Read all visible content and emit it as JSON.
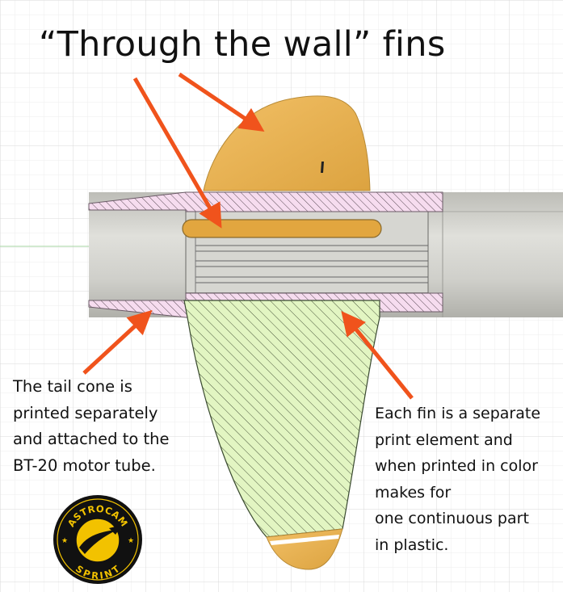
{
  "title": "“Through the wall” fins",
  "tail_note": {
    "lines": [
      "The tail cone is",
      "printed separately",
      "and attached to the",
      "BT-20 motor tube."
    ]
  },
  "fin_note": {
    "lines": [
      "Each fin is a separate",
      "print element and",
      "when printed in color",
      "makes for",
      "one continuous part",
      "in plastic."
    ]
  },
  "logo": {
    "top_text": "ASTROCAM",
    "bottom_text": "SPRINT",
    "icon": "rocket-swoosh-icon"
  },
  "colors": {
    "arrow": "#f0531c",
    "fin": "#e8b04e",
    "fin_section": "#e2f5c2",
    "cone_section": "#f6dcef",
    "tube": "#d3d3cd",
    "logo_bg": "#111111",
    "logo_gold": "#f2c200"
  }
}
